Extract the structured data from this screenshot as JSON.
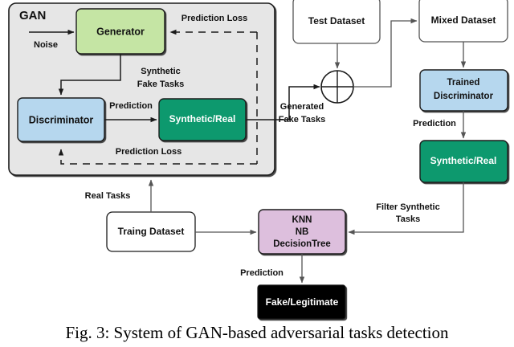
{
  "figure": {
    "caption": "Fig. 3: System of GAN-based adversarial tasks detection"
  },
  "groups": [
    {
      "id": "gan-group",
      "label": "GAN",
      "fill": "#e6e6e6",
      "stroke": "#1a1a1a"
    }
  ],
  "nodes": [
    {
      "id": "generator",
      "label": "Generator",
      "fill": "#c5e5a4",
      "text": "#111111"
    },
    {
      "id": "discriminator",
      "label": "Discriminator",
      "fill": "#b6d7ee",
      "text": "#111111"
    },
    {
      "id": "synthetic-real-gan",
      "label": "Synthetic/Real",
      "fill": "#11996e",
      "text": "#ffffff"
    },
    {
      "id": "test-dataset",
      "label": "Test Dataset",
      "fill": "#ffffff",
      "text": "#111111"
    },
    {
      "id": "mixed-dataset",
      "label": "Mixed Dataset",
      "fill": "#ffffff",
      "text": "#111111"
    },
    {
      "id": "trained-discriminator",
      "label": "Trained\nDiscriminator",
      "fill": "#b6d7ee",
      "text": "#111111"
    },
    {
      "id": "synthetic-real-right",
      "label": "Synthetic/Real",
      "fill": "#11996e",
      "text": "#ffffff"
    },
    {
      "id": "traing-dataset",
      "label": "Traing Dataset",
      "fill": "#ffffff",
      "text": "#111111"
    },
    {
      "id": "classifiers",
      "label": "KNN\nNB\nDecisionTree",
      "fill": "#ddbfdd",
      "text": "#111111"
    },
    {
      "id": "fake-legitimate",
      "label": "Fake/Legitimate",
      "fill": "#000000",
      "text": "#ffffff"
    },
    {
      "id": "mixer",
      "label": "",
      "fill": "#ffffff",
      "text": "#111111"
    }
  ],
  "node_text": {
    "generator": "Generator",
    "discriminator": "Discriminator",
    "synthetic_real_gan": "Synthetic/Real",
    "test_dataset": "Test Dataset",
    "mixed_dataset": "Mixed Dataset",
    "trained_discriminator_line1": "Trained",
    "trained_discriminator_line2": "Discriminator",
    "synthetic_real_right": "Synthetic/Real",
    "traing_dataset": "Traing Dataset",
    "classifiers_line1": "KNN",
    "classifiers_line2": "NB",
    "classifiers_line3": "DecisionTree",
    "fake_legitimate": "Fake/Legitimate",
    "gan_group": "GAN"
  },
  "edge_labels": {
    "noise": "Noise",
    "prediction_loss_top": "Prediction Loss",
    "synthetic_fake_tasks_l1": "Synthetic",
    "synthetic_fake_tasks_l2": "Fake Tasks",
    "prediction_gan": "Prediction",
    "prediction_loss_bottom": "Prediction Loss",
    "generated_fake_tasks_l1": "Generated",
    "generated_fake_tasks_l2": "Fake Tasks",
    "real_tasks": "Real Tasks",
    "prediction_right": "Prediction",
    "filter_synthetic_tasks_l1": "Filter Synthetic",
    "filter_synthetic_tasks_l2": "Tasks",
    "prediction_bottom": "Prediction"
  },
  "colors": {
    "line": "#555555",
    "line_dark": "#1a1a1a",
    "group_fill": "#e6e6e6",
    "generator_fill": "#c5e5a4",
    "discriminator_fill": "#b6d7ee",
    "teal_fill": "#11996e",
    "classifier_fill": "#ddbfdd",
    "black_fill": "#000000",
    "white_fill": "#ffffff"
  }
}
